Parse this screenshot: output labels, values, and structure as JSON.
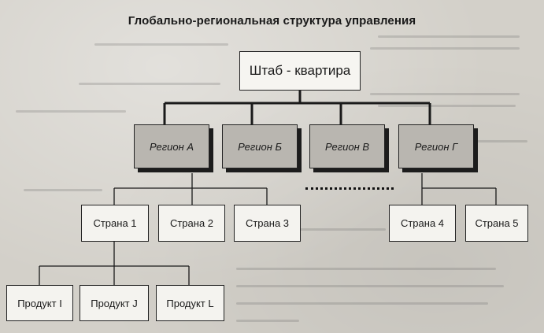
{
  "title": "Глобально-региональная структура управления",
  "hq": {
    "label": "Штаб - квартира"
  },
  "regions": [
    {
      "label": "Регион А"
    },
    {
      "label": "Регион Б"
    },
    {
      "label": "Регион В"
    },
    {
      "label": "Регион Г"
    }
  ],
  "countries": [
    {
      "label": "Страна 1"
    },
    {
      "label": "Страна 2"
    },
    {
      "label": "Страна 3"
    },
    {
      "label": "Страна 4"
    },
    {
      "label": "Страна 5"
    }
  ],
  "products": [
    {
      "label": "Продукт I"
    },
    {
      "label": "Продукт J"
    },
    {
      "label": "Продукт L"
    }
  ],
  "colors": {
    "region_fill": "#b9b6b0",
    "box_fill": "#f4f3ef",
    "line": "#1a1a1a"
  }
}
